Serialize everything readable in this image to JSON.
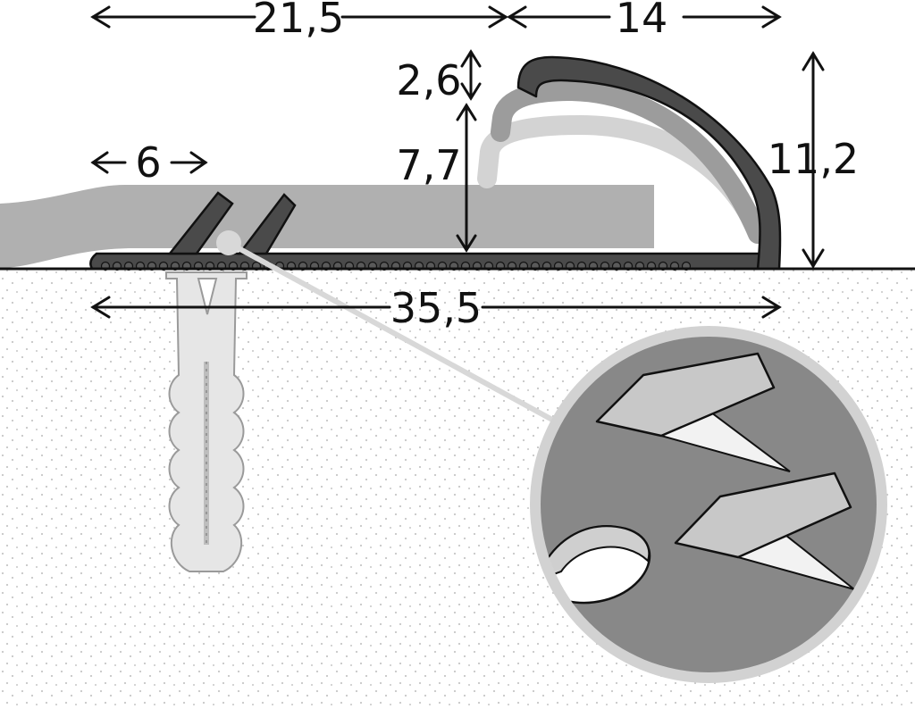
{
  "dimensions": {
    "top_left_width": "21,5",
    "top_right_width": "14",
    "lip_height": "2,6",
    "ramp_height": "7,7",
    "total_height": "11,2",
    "edge_offset": "6",
    "total_width": "35,5"
  },
  "colors": {
    "profile": "#4a4a4a",
    "profile_outline": "#111111",
    "flooring": "#b0b0b0",
    "ghost_mid": "#9a9a9a",
    "ghost_light": "#d3d3d3",
    "dowel": "#e6e6e6",
    "dowel_outline": "#9a9a9a",
    "subfloor_dots": "#c8c8c8",
    "magnifier_ring": "#cfcfcf",
    "magnifier_fill": "#888888"
  },
  "icons": {
    "magnifier": "zoom-detail-circle",
    "anchor": "wall-plug-screw"
  }
}
